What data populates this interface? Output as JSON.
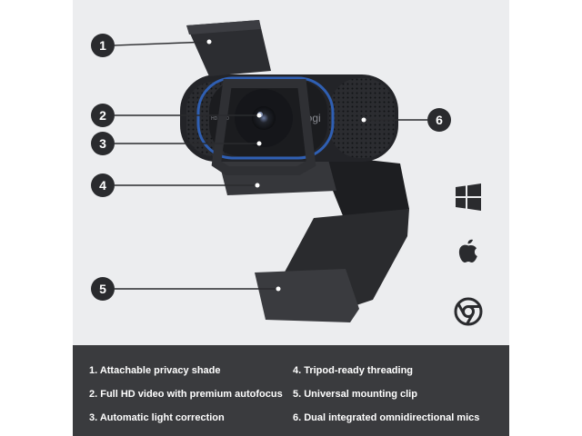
{
  "callouts": [
    "1",
    "2",
    "3",
    "4",
    "5",
    "6"
  ],
  "os_icons": [
    "windows-icon",
    "apple-icon",
    "chrome-icon"
  ],
  "camera_brand": "logi",
  "camera_badge": "HD 1080",
  "features": [
    "1. Attachable privacy shade",
    "2. Full HD video with premium autofocus",
    "3. Automatic light correction",
    "4. Tripod-ready threading",
    "5. Universal mounting clip",
    "6. Dual integrated omnidirectional mics"
  ],
  "colors": {
    "panel": "#ecedef",
    "feature_bar": "#3a3b3e",
    "accent_ring": "#2f5fb3",
    "callout": "#2a2b2e"
  }
}
